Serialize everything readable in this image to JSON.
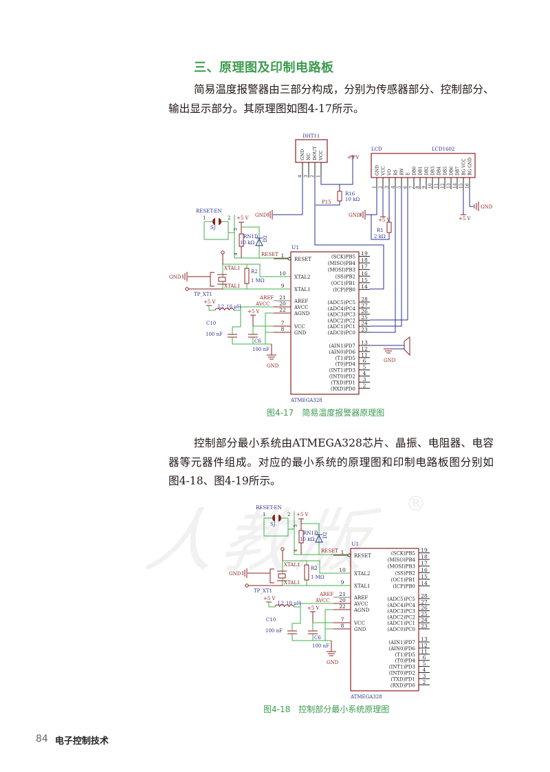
{
  "heading": "三、原理图及印制电路板",
  "paragraph1": [
    "简易温度报警器由三部分构成，分别为传感器部分、控制部分、",
    "输出显示部分。其原理图如图4-17所示。"
  ],
  "figure1": {
    "caption": "图4-17　简易温度报警器原理图",
    "sensor": {
      "ref": "DHT11",
      "pins": [
        {
          "name": "GND",
          "num": "4"
        },
        {
          "name": "NC",
          "num": "3"
        },
        {
          "name": "DOUT",
          "num": "2"
        },
        {
          "name": "VCC",
          "num": "1"
        }
      ],
      "ground": "GND",
      "supply": "+5 V",
      "pullup_ref": "R16",
      "pullup_value": "10 kΩ",
      "net": "P15"
    },
    "lcd": {
      "ref": "LCD",
      "part": "LCD1602",
      "pins": [
        {
          "name": "GND",
          "num": "1"
        },
        {
          "name": "VCC",
          "num": "2"
        },
        {
          "name": "VO",
          "num": "3"
        },
        {
          "name": "RS",
          "num": "4"
        },
        {
          "name": "RW",
          "num": "5"
        },
        {
          "name": "E",
          "num": "6"
        },
        {
          "name": "DB0",
          "num": "7"
        },
        {
          "name": "DB1",
          "num": "8"
        },
        {
          "name": "DB2",
          "num": "9"
        },
        {
          "name": "DB3",
          "num": "10"
        },
        {
          "name": "DB4",
          "num": "11"
        },
        {
          "name": "DB5",
          "num": "12"
        },
        {
          "name": "DB6",
          "num": "13"
        },
        {
          "name": "DB7",
          "num": "14"
        },
        {
          "name": "BG VCC",
          "num": "15"
        },
        {
          "name": "BG GND",
          "num": "16"
        }
      ],
      "ground": "GND",
      "supply": "+5 V",
      "r1_ref": "R1",
      "r1_value": "2 kΩ",
      "backlight_supply": "+5 V",
      "backlight_ground": "GND"
    },
    "buzzer": {
      "ground": "GND"
    }
  },
  "paragraph2": [
    "控制部分最小系统由ATMEGA328芯片、晶振、电阻器、电容",
    "器等元器件组成。对应的最小系统的原理图和印制电路板图分别如",
    "图4-18、图4-19所示。"
  ],
  "figure2": {
    "caption": "图4-18　控制部分最小系统原理图"
  },
  "schematic": {
    "mcu": {
      "ref": "U1",
      "part": "ATMEGA328",
      "left_pins": [
        {
          "name": "RESET",
          "num": "1"
        },
        {
          "name": "XTAL2",
          "num": "10"
        },
        {
          "name": "XTAL1",
          "num": "9"
        },
        {
          "name": "AREF",
          "num": "21"
        },
        {
          "name": "AVCC",
          "num": "20"
        },
        {
          "name": "AGND",
          "num": "22"
        },
        {
          "name": "VCC",
          "num": "7"
        },
        {
          "name": "GND",
          "num": "8"
        }
      ],
      "right_pins_b": [
        {
          "name": "(SCK)PB5",
          "num": "19"
        },
        {
          "name": "(MISO)PB4",
          "num": "18"
        },
        {
          "name": "(MOSI)PB3",
          "num": "17"
        },
        {
          "name": "(SS)PB2",
          "num": "16"
        },
        {
          "name": "(OC1)PB1",
          "num": "15"
        },
        {
          "name": "(ICP)PB0",
          "num": "14"
        }
      ],
      "right_pins_c": [
        {
          "name": "(ADC5)PC5",
          "num": "28"
        },
        {
          "name": "(ADC4)PC4",
          "num": "27"
        },
        {
          "name": "(ADC3)PC3",
          "num": "26"
        },
        {
          "name": "(ADC2)PC2",
          "num": "25"
        },
        {
          "name": "(ADC1)PC1",
          "num": "24"
        },
        {
          "name": "(ADC0)PC0",
          "num": "23"
        }
      ],
      "right_pins_d": [
        {
          "name": "(AIN1)PD7",
          "num": "13"
        },
        {
          "name": "(AIN0)PD6",
          "num": "12"
        },
        {
          "name": "(T1)PD5",
          "num": "11"
        },
        {
          "name": "(T0)PD4",
          "num": "6"
        },
        {
          "name": "(INT1)PD3",
          "num": "5"
        },
        {
          "name": "(INT0)PD2",
          "num": "4"
        },
        {
          "name": "(TXD)PD1",
          "num": "3"
        },
        {
          "name": "(RXD)PD0",
          "num": "2"
        }
      ]
    },
    "reset_circuit": {
      "jumper_label": "RESET-EN",
      "jumper_pin1": "1",
      "jumper_pin2": "2",
      "jumper_ref": "SJ",
      "supply": "+5 V",
      "resistor_ref": "RN1D",
      "resistor_value": "10 kΩ",
      "resistor_pin_top": "5",
      "resistor_pin_bottom": "4",
      "diode_ref": "D2",
      "net": "RESET"
    },
    "crystal": {
      "xtal_label_top": "XTAL1",
      "xtal_label_bottom": "XTAL1",
      "resistor_ref": "R2",
      "resistor_value": "1 MΩ",
      "ground": "GND",
      "test_point": "TP_XT1"
    },
    "power": {
      "aref_net": "AREF",
      "avcc_net": "AVCC",
      "supply_l": "+5 V",
      "inductor_ref": "L2",
      "inductor_value": "10 μH",
      "supply_c": "+5 V",
      "c10_ref": "C10",
      "c10_value": "100 nF",
      "c6_ref": "C6",
      "c6_value": "100 nF",
      "ground": "GND"
    },
    "colors": {
      "wire_green": "#3fae49",
      "part_red": "#8b1e1e",
      "signal_blue": "#2b2f8f"
    }
  },
  "watermark": "人教版",
  "watermark_mark": "®",
  "footer": {
    "page_number": "84",
    "book_title": "电子控制技术"
  }
}
